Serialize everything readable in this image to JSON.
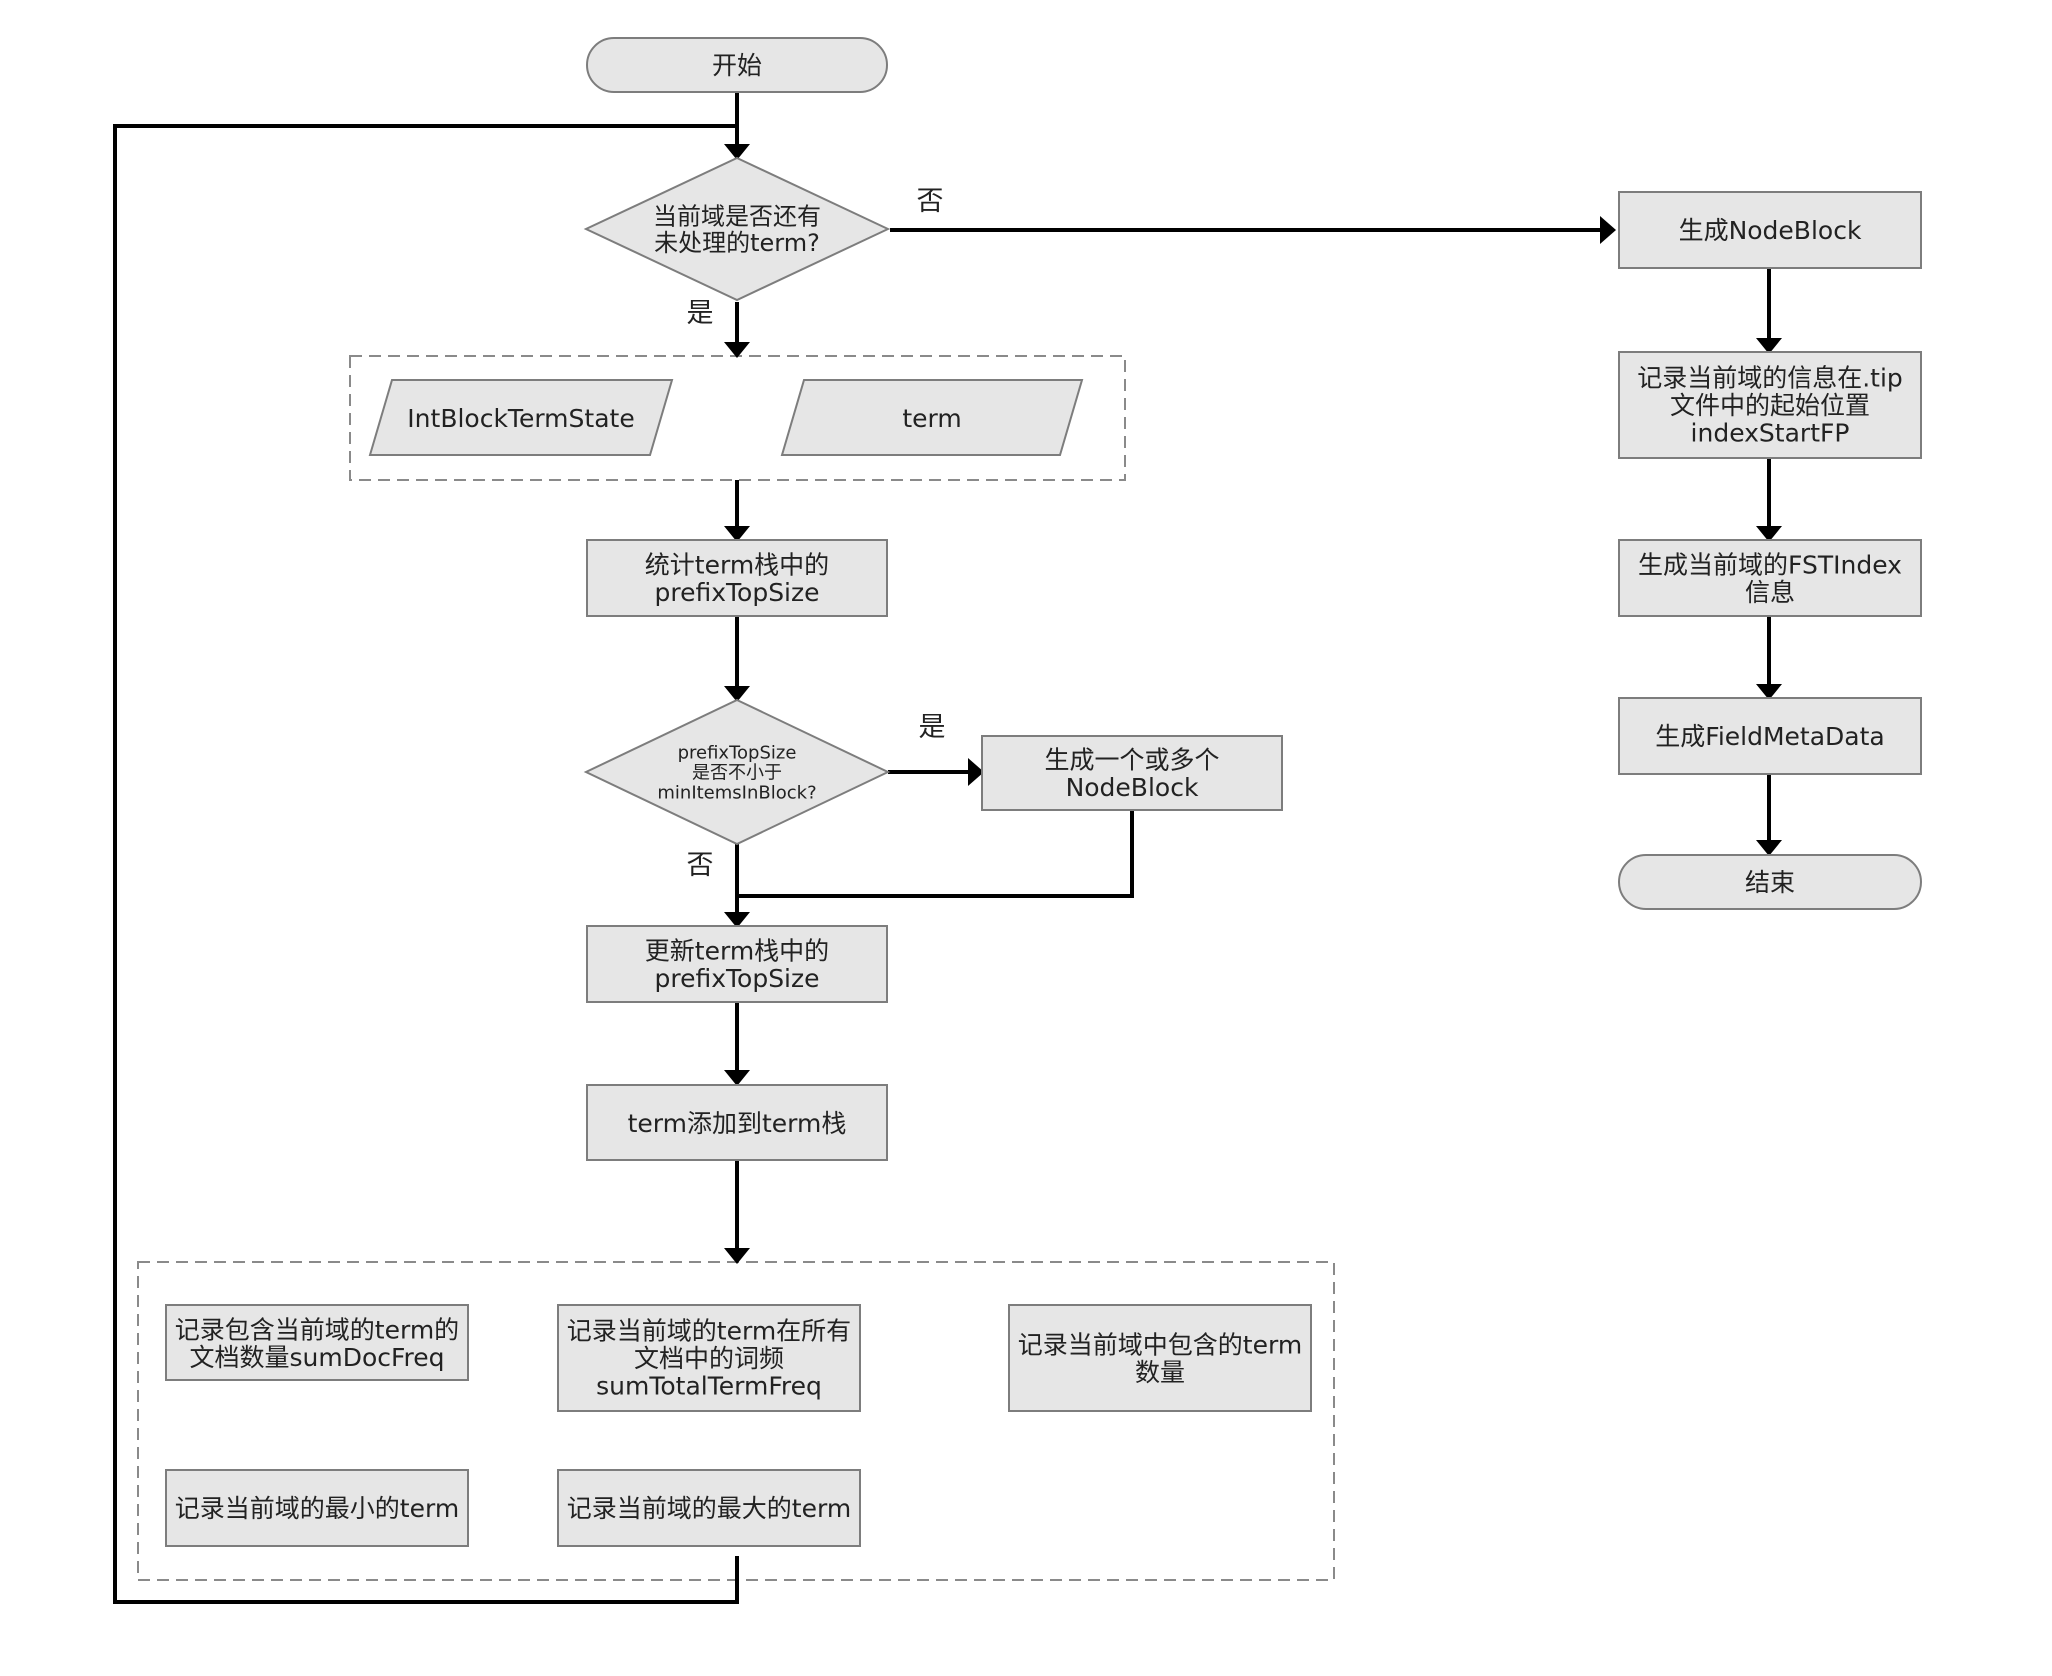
{
  "nodes": {
    "start": [
      "开始"
    ],
    "dec_has_term": [
      "当前域是否还有",
      "未处理的term?"
    ],
    "int_block_term_state": [
      "IntBlockTermState"
    ],
    "term_input": [
      "term"
    ],
    "count_prefix": [
      "统计term栈中的",
      "prefixTopSize"
    ],
    "dec_min_items": [
      "prefixTopSize",
      "是否不小于",
      "minItemsInBlock?"
    ],
    "gen_node_blocks": [
      "生成一个或多个",
      "NodeBlock"
    ],
    "update_prefix": [
      "更新term栈中的",
      "prefixTopSize"
    ],
    "add_term": [
      "term添加到term栈"
    ],
    "rec_sum_doc_freq": [
      "记录包含当前域的term的",
      "文档数量sumDocFreq"
    ],
    "rec_sum_total_term_freq": [
      "记录当前域的term在所有",
      "文档中的词频",
      "sumTotalTermFreq"
    ],
    "rec_term_count": [
      "记录当前域中包含的term",
      "数量"
    ],
    "rec_min_term": [
      "记录当前域的最小的term"
    ],
    "rec_max_term": [
      "记录当前域的最大的term"
    ],
    "gen_node_block": [
      "生成NodeBlock"
    ],
    "rec_index_start": [
      "记录当前域的信息在.tip",
      "文件中的起始位置",
      "indexStartFP"
    ],
    "gen_fst_index": [
      "生成当前域的FSTIndex",
      "信息"
    ],
    "gen_field_meta": [
      "生成FieldMetaData"
    ],
    "end": [
      "结束"
    ]
  },
  "edge_labels": {
    "has_term_no": "否",
    "has_term_yes": "是",
    "min_items_yes": "是",
    "min_items_no": "否"
  }
}
